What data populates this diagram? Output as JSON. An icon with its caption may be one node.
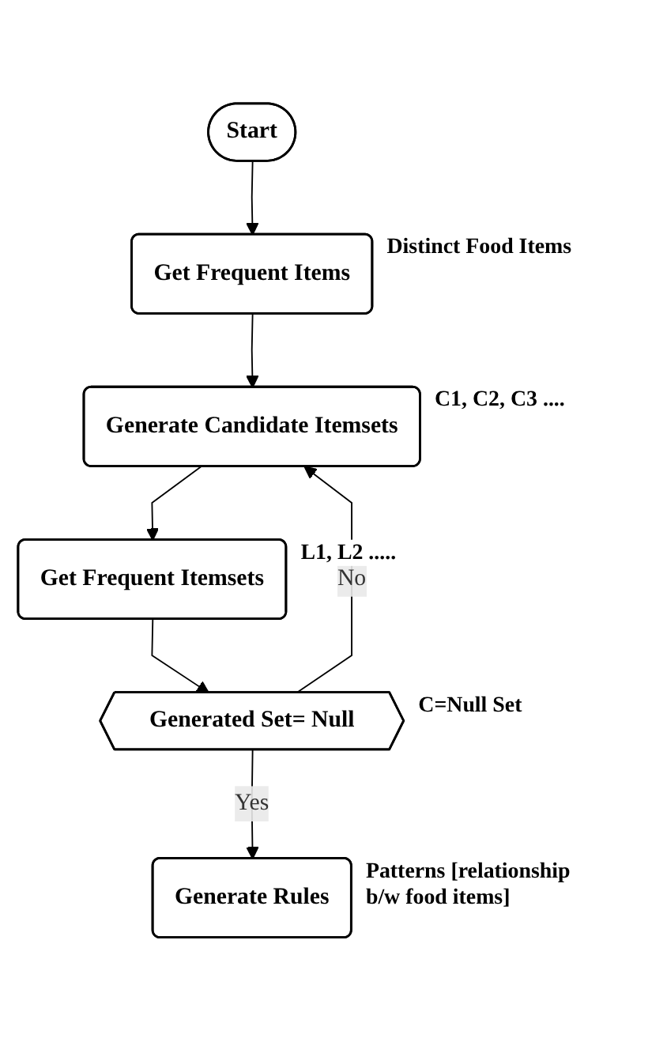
{
  "diagram": {
    "nodes": [
      {
        "text": [
          "Start"
        ]
      },
      {
        "text": [
          "Get Frequent Items"
        ],
        "beside": [
          "Distinct Food Items"
        ]
      },
      {
        "text": [
          "Generate Candidate Itemsets"
        ],
        "beside": [
          "C1, C2, C3 ...."
        ]
      },
      {
        "text": [
          "Get Frequent Itemsets"
        ],
        "beside": [
          "L1, L2 ....."
        ]
      },
      {
        "text": [
          "Generated Set= Null"
        ],
        "beside": [
          "C=Null Set"
        ]
      },
      {
        "text": [
          "Generate Rules"
        ],
        "beside": [
          "Patterns [relationship b/w food items]"
        ]
      }
    ],
    "edges": [
      {
        "from": 0,
        "to": 1,
        "arrow": "to"
      },
      {
        "from": 1,
        "to": 2,
        "arrow": "to"
      },
      {
        "from": 2,
        "to": 3,
        "arrow": "to"
      },
      {
        "from": 3,
        "to": 4,
        "arrow": "to"
      },
      {
        "from": 4,
        "to": 2,
        "arrow": "to",
        "label": "No"
      },
      {
        "from": 4,
        "to": 5,
        "arrow": "to",
        "label": "Yes"
      }
    ]
  }
}
